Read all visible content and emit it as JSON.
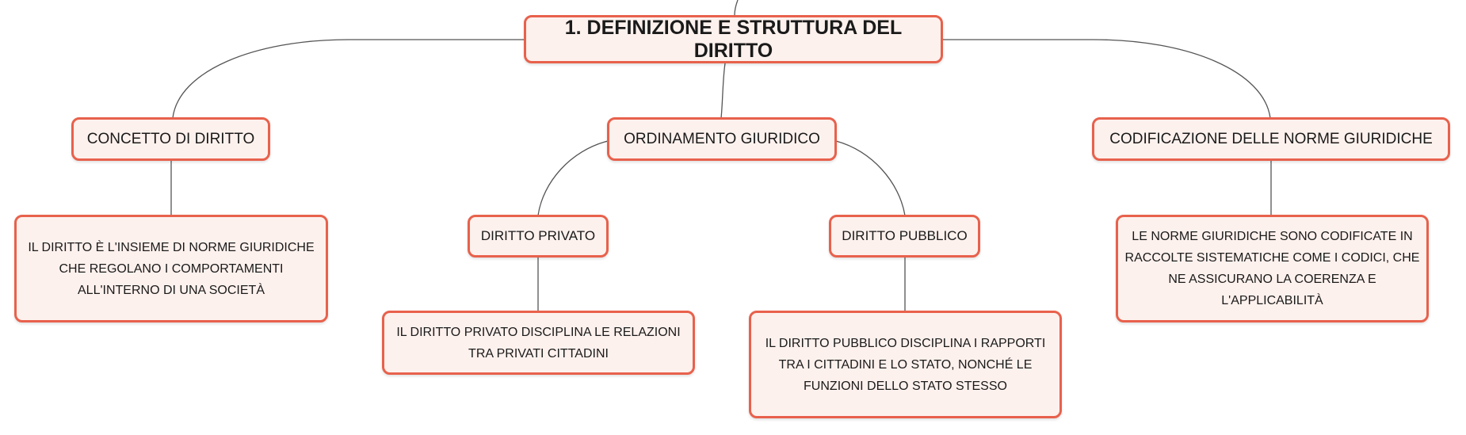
{
  "root": {
    "label": "1. DEFINIZIONE E STRUTTURA DEL DIRITTO"
  },
  "branches": {
    "concetto": {
      "label": "CONCETTO DI DIRITTO",
      "leaf": "IL DIRITTO È L'INSIEME DI NORME GIURIDICHE CHE REGOLANO I COMPORTAMENTI ALL'INTERNO DI UNA SOCIETÀ"
    },
    "ordinamento": {
      "label": "ORDINAMENTO GIURIDICO",
      "privato": {
        "label": "DIRITTO PRIVATO",
        "leaf": "IL DIRITTO PRIVATO DISCIPLINA LE RELAZIONI TRA PRIVATI CITTADINI"
      },
      "pubblico": {
        "label": "DIRITTO PUBBLICO",
        "leaf": "IL DIRITTO PUBBLICO DISCIPLINA I RAPPORTI TRA I CITTADINI E LO STATO, NONCHÉ LE FUNZIONI DELLO STATO STESSO"
      }
    },
    "codificazione": {
      "label": "CODIFICAZIONE DELLE NORME GIURIDICHE",
      "leaf": "LE NORME GIURIDICHE SONO CODIFICATE IN RACCOLTE SISTEMATICHE COME I CODICI, CHE NE ASSICURANO LA COERENZA E L'APPLICABILITÀ"
    }
  },
  "colors": {
    "node_fill": "#fdf1ed",
    "node_border": "#e8614c",
    "connector": "#555555"
  }
}
